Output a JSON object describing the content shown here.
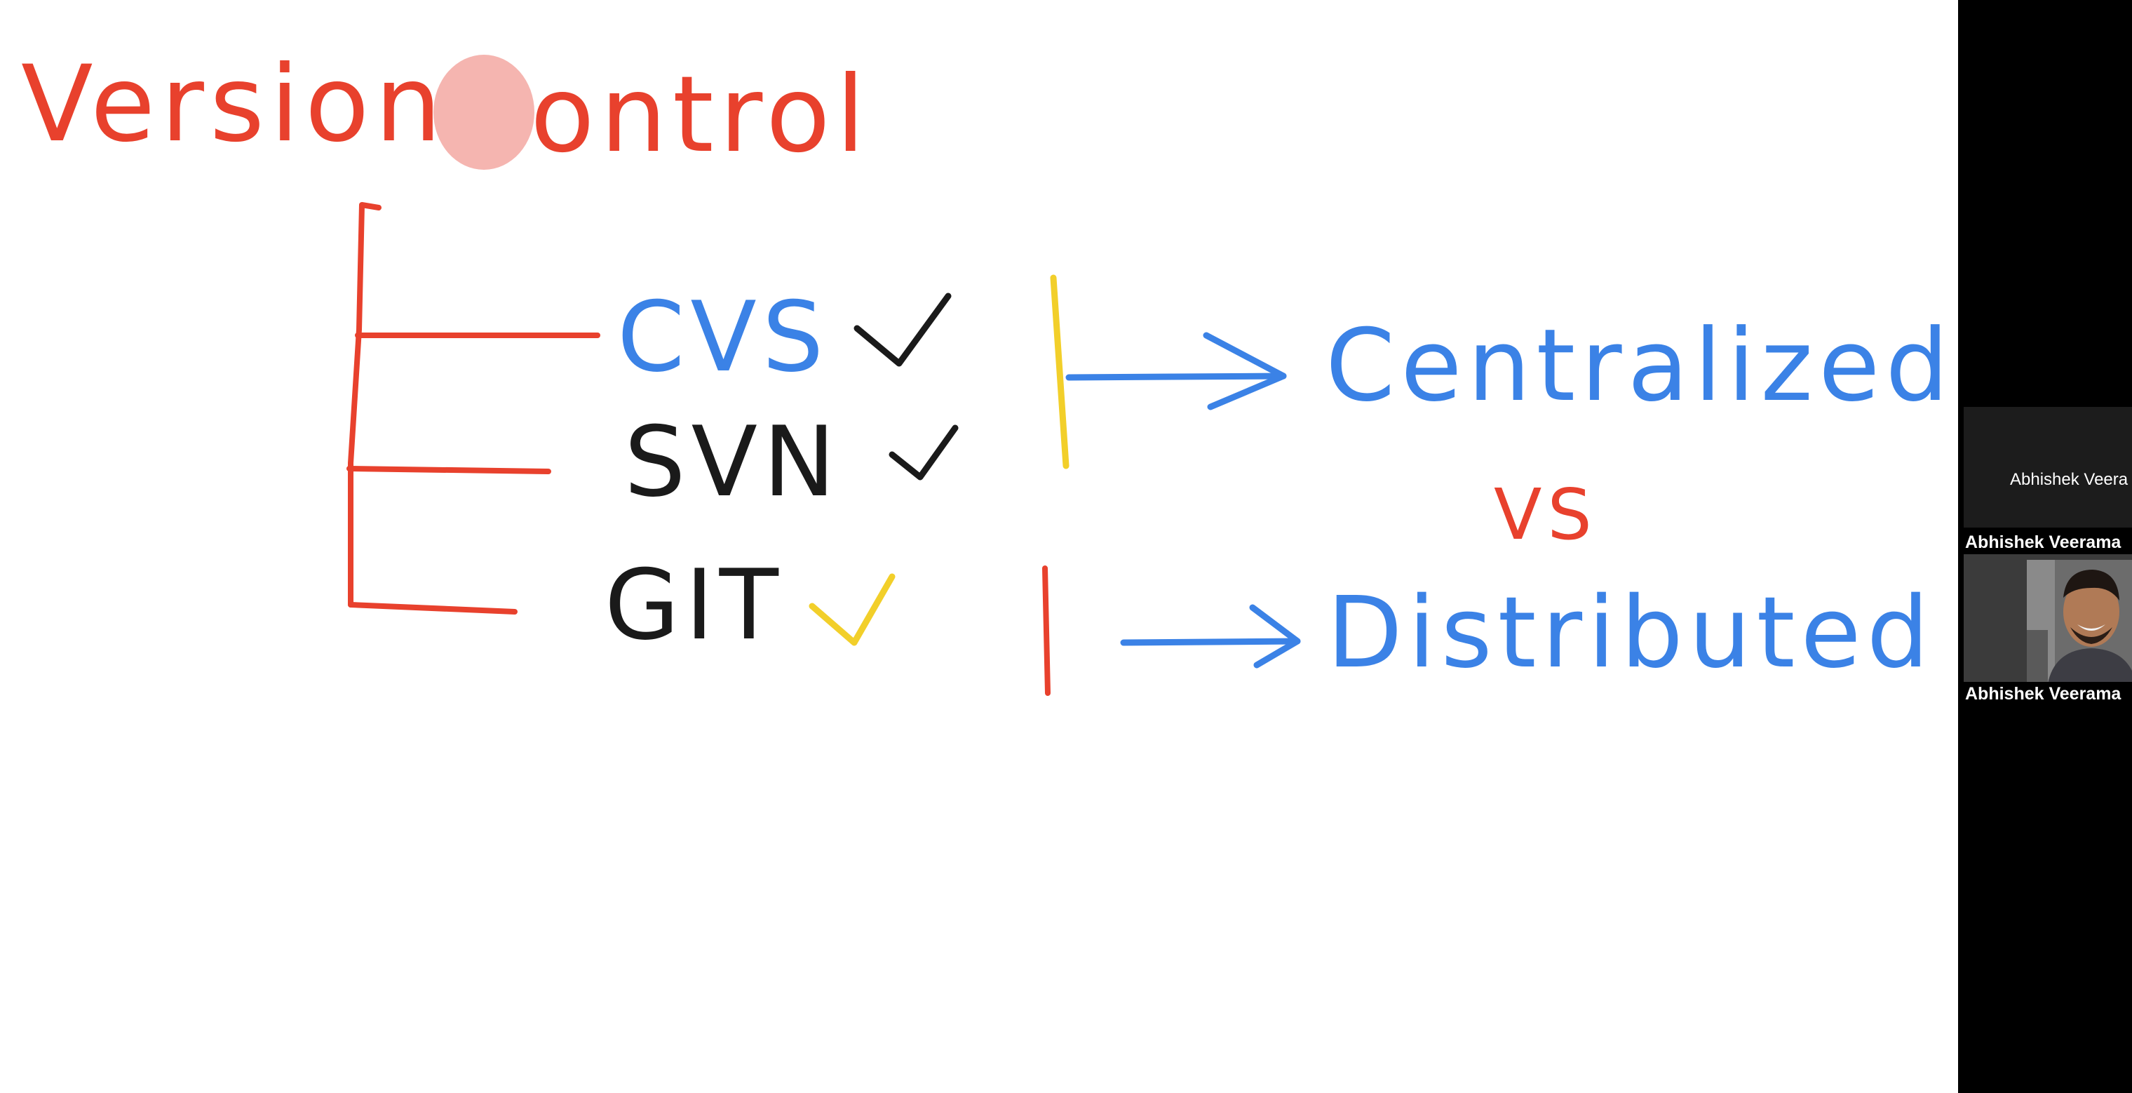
{
  "whiteboard": {
    "title_left": "Version",
    "title_right": "ontrol",
    "items": [
      {
        "label": "CVS",
        "color": "#3b82e6",
        "check_color": "#1a1a1a"
      },
      {
        "label": "SVN",
        "color": "#1a1a1a",
        "check_color": "#1a1a1a"
      },
      {
        "label": "GIT",
        "color": "#1a1a1a",
        "check_color": "#f2cf2a"
      }
    ],
    "centralized": "Centralized",
    "vs": "VS",
    "distributed": "Distributed",
    "colors": {
      "red": "#e8412d",
      "blue": "#3b82e6",
      "black": "#1a1a1a",
      "yellow": "#f2cf2a",
      "highlight": "#f5b5b0"
    }
  },
  "participants": {
    "top_tile_name": "Abhishek Veera",
    "top_name_bar": "Abhishek Veerama",
    "video_tile_name_bar": "Abhishek Veerama"
  }
}
